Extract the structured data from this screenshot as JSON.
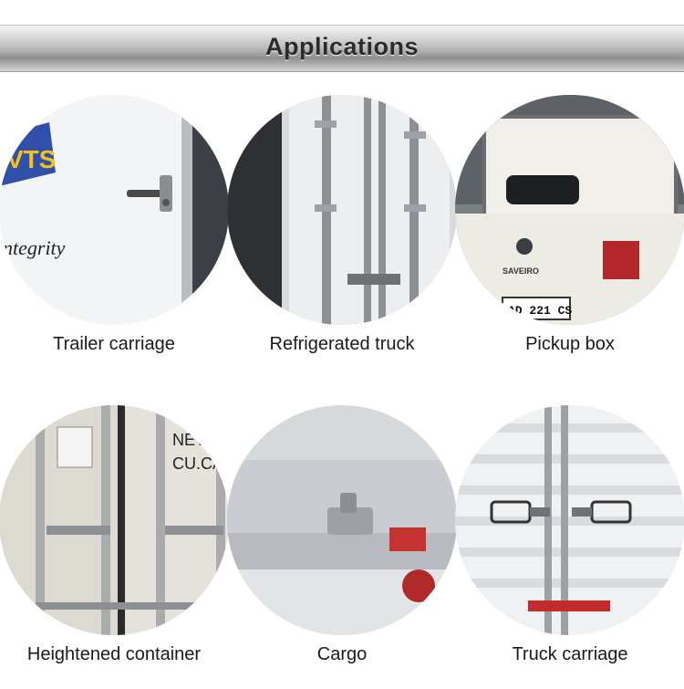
{
  "header": {
    "title": "Applications"
  },
  "applications": [
    {
      "label": "Trailer carriage",
      "image_text": [
        "VTS",
        "ntegrity"
      ]
    },
    {
      "label": "Refrigerated truck"
    },
    {
      "label": "Pickup box",
      "image_text": [
        "SAVEIRO",
        "AD 221 CS"
      ]
    },
    {
      "label": "Heightened container",
      "image_text": [
        "NET.",
        "CU.CAP."
      ]
    },
    {
      "label": "Cargo"
    },
    {
      "label": "Truck carriage"
    }
  ]
}
